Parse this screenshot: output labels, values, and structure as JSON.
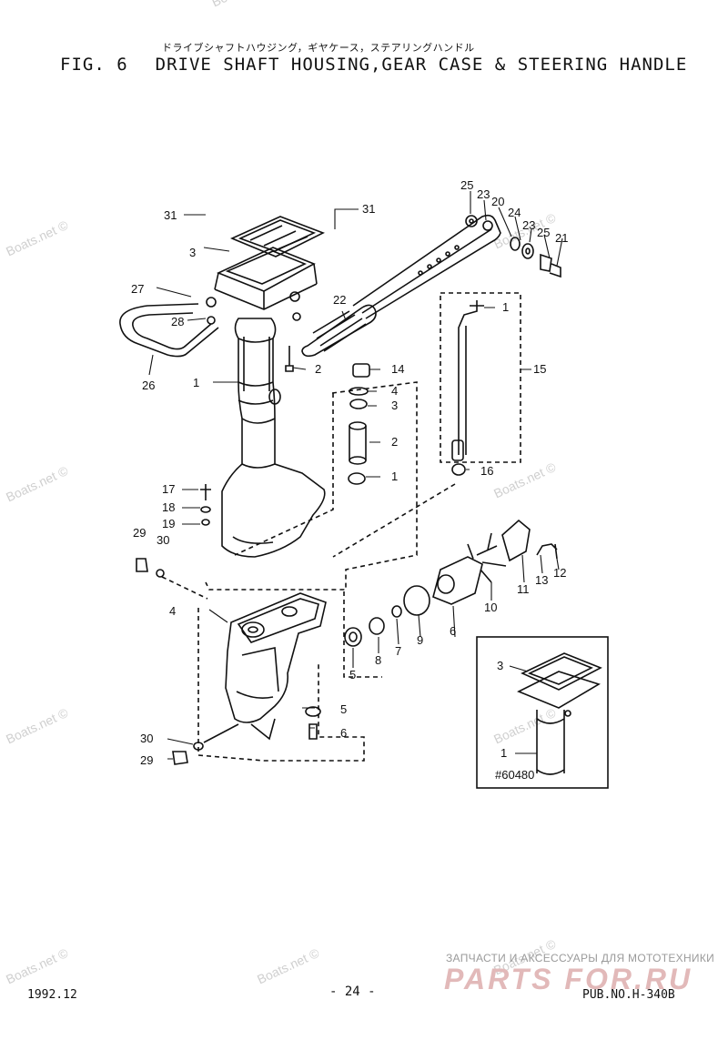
{
  "header": {
    "japanese_title": "ドライブシャフトハウジング，ギヤケース，ステアリングハンドル",
    "fig_label": "FIG.  6",
    "title": "DRIVE SHAFT HOUSING,GEAR CASE & STEERING HANDLE"
  },
  "watermarks": [
    "Boats.net ©",
    "Boats.net ©",
    "Boats.net ©",
    "Boats.net ©",
    "Boats.net ©",
    "Boats.net ©",
    "Boats.net ©",
    "Boats.net ©",
    "Boats.net ©",
    "Boats.net ©"
  ],
  "callouts": [
    "31",
    "31",
    "3",
    "27",
    "28",
    "26",
    "1",
    "2",
    "22",
    "25",
    "23",
    "20",
    "24",
    "23",
    "25",
    "21",
    "14",
    "4",
    "3",
    "2",
    "1",
    "15",
    "1",
    "16",
    "17",
    "18",
    "19",
    "29",
    "30",
    "4",
    "5",
    "8",
    "7",
    "9",
    "6",
    "10",
    "11",
    "13",
    "12",
    "5",
    "6",
    "30",
    "29",
    "3",
    "1"
  ],
  "inset_code": "#60480",
  "footer": {
    "date": "1992.12",
    "page": "- 24 -",
    "pub": "PUB.NO.H-340B",
    "advert": "ЗАПЧАСТИ И АКСЕССУАРЫ ДЛЯ МОТОТЕХНИКИ",
    "logo": "PARTS FOR.RU"
  }
}
